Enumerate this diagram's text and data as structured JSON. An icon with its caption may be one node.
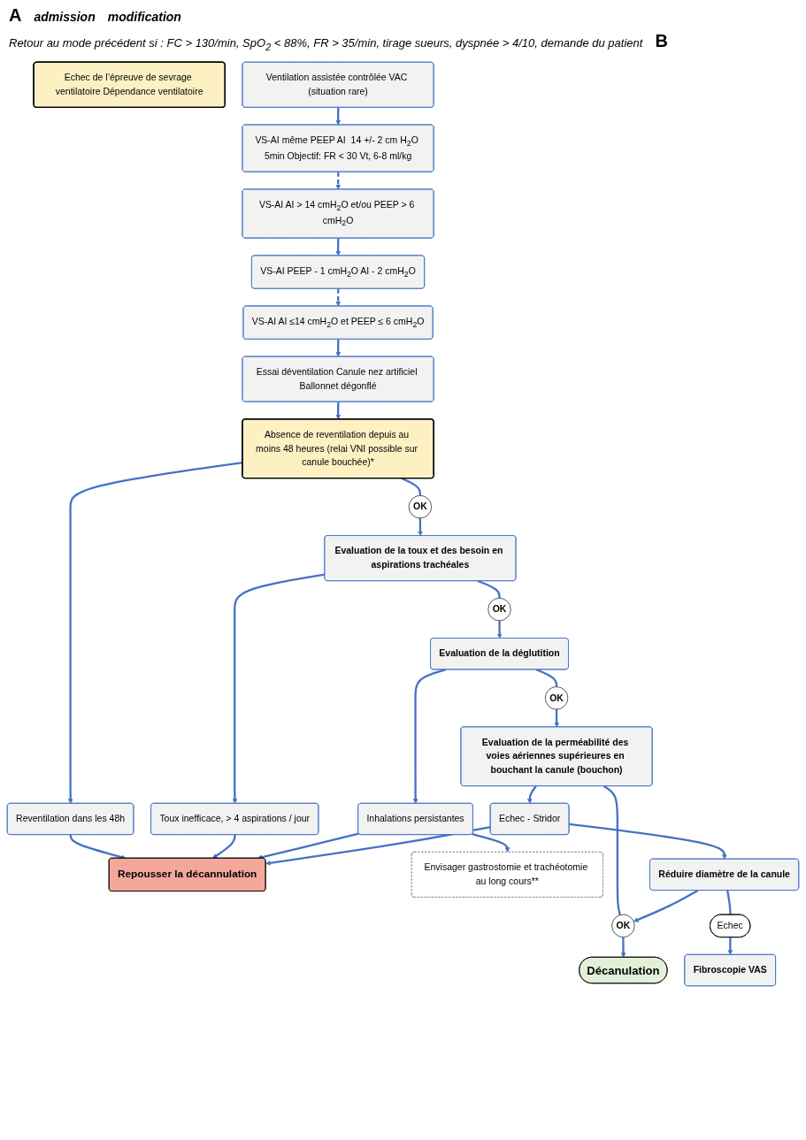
{
  "diagram": {
    "nodes": [
      {
        "text": [
          "Echec de l’épreuve de sevrage ventilatoire Dépendance ventilatoire"
        ]
      },
      {
        "text": [
          "Ventilation assistée contrôlée VAC (situation rare)"
        ]
      },
      {
        "text": [
          "VS-AI AI > 14 cmH$_{2}$O et/ou PEEP > 6 cmH$_{2}$O"
        ]
      },
      {
        "text": [
          "VS-AI AI ≤14 cmH$_{2}$O et PEEP ≤ 6 cmH$_{2}$O"
        ]
      },
      {
        "text": [
          "VS-AI même PEEP AI  14 +/- 2 cm H$_{2}$O 5min Objectif: FR < 30 Vt, 6-8 ml/kg"
        ]
      },
      {
        "text": [
          "VS-AI PEEP - 1 cmH$_{2}$O AI - 2 cmH$_{2}$O"
        ]
      },
      {
        "text": [
          "Essai déventilation Canule nez artificiel Ballonnet dégonflé"
        ]
      },
      {
        "text": [
          "Absence de reventilation depuis au moins 48 heures (relai VNI possible sur canule bouchée)*"
        ]
      },
      {
        "text": [
          "OK"
        ]
      },
      {
        "text": [
          "Reventilation dans les 48h"
        ]
      },
      {
        "text": [
          "Evaluation de la toux et des besoin en aspirations trachéales"
        ]
      },
      {
        "text": [
          "OK"
        ]
      },
      {
        "text": [
          "Toux inefficace, > 4 aspirations / jour"
        ]
      },
      {
        "text": [
          "Evaluation de la déglutition"
        ]
      },
      {
        "text": [
          "OK"
        ]
      },
      {
        "text": [
          "Inhalations persistantes"
        ]
      },
      {
        "text": [
          "Envisager gastrostomie et trachéotomie au long cours**"
        ]
      },
      {
        "text": [
          "Evaluation de la perméabilité des voies aériennes supérieures en bouchant la canule (bouchon)"
        ]
      },
      {
        "text": [
          "Echec - Stridor"
        ]
      },
      {
        "text": [
          "OK"
        ]
      },
      {
        "text": [
          "Décanulation"
        ]
      },
      {
        "text": [
          "Réduire diamètre de la canule"
        ]
      },
      {
        "text": [
          "Echec"
        ]
      },
      {
        "text": [
          "Fibroscopie VAS"
        ]
      },
      {
        "text": [
          "Repousser la décannulation"
        ]
      }
    ],
    "edges": [
      {
        "from": 1,
        "to": 4,
        "arrow": "to"
      },
      {
        "from": 4,
        "to": 2,
        "arrow": "to",
        "style": "dashed"
      },
      {
        "from": 2,
        "to": 5,
        "arrow": "to"
      },
      {
        "from": 5,
        "to": 3,
        "arrow": "to",
        "style": "dashed"
      },
      {
        "from": 3,
        "to": 6,
        "arrow": "to"
      },
      {
        "from": 6,
        "to": 7,
        "arrow": "to"
      },
      {
        "from": 7,
        "to": 8,
        "arrow": "none"
      },
      {
        "from": 8,
        "to": 10,
        "arrow": "to"
      },
      {
        "from": 7,
        "to": 9,
        "arrow": "to"
      },
      {
        "from": 9,
        "to": 24,
        "arrow": "to"
      },
      {
        "from": 10,
        "to": 11,
        "arrow": "none"
      },
      {
        "from": 11,
        "to": 13,
        "arrow": "to"
      },
      {
        "from": 10,
        "to": 12,
        "arrow": "to"
      },
      {
        "from": 12,
        "to": 24,
        "arrow": "to"
      },
      {
        "from": 13,
        "to": 14,
        "arrow": "none"
      },
      {
        "from": 14,
        "to": 17,
        "arrow": "to"
      },
      {
        "from": 13,
        "to": 15,
        "arrow": "to"
      },
      {
        "from": 15,
        "to": 24,
        "arrow": "to"
      },
      {
        "from": 15,
        "to": 16,
        "arrow": "to"
      },
      {
        "from": 17,
        "to": 19,
        "arrow": "none"
      },
      {
        "from": 19,
        "to": 20,
        "arrow": "to"
      },
      {
        "from": 17,
        "to": 18,
        "arrow": "to"
      },
      {
        "from": 18,
        "to": 24,
        "arrow": "to"
      },
      {
        "from": 18,
        "to": 21,
        "arrow": "to"
      },
      {
        "from": 21,
        "to": 19,
        "arrow": "to"
      },
      {
        "from": 21,
        "to": 22,
        "arrow": "none"
      },
      {
        "from": 22,
        "to": 23,
        "arrow": "to"
      }
    ],
    "labels": [
      "A",
      "admission",
      "modification",
      "Retour au mode précédent si : FC > 130/min, SpO$_{2}$ < 88%, FR > 35/min, tirage sueurs, dyspnée > 4/10, demande du patient",
      "B"
    ]
  }
}
